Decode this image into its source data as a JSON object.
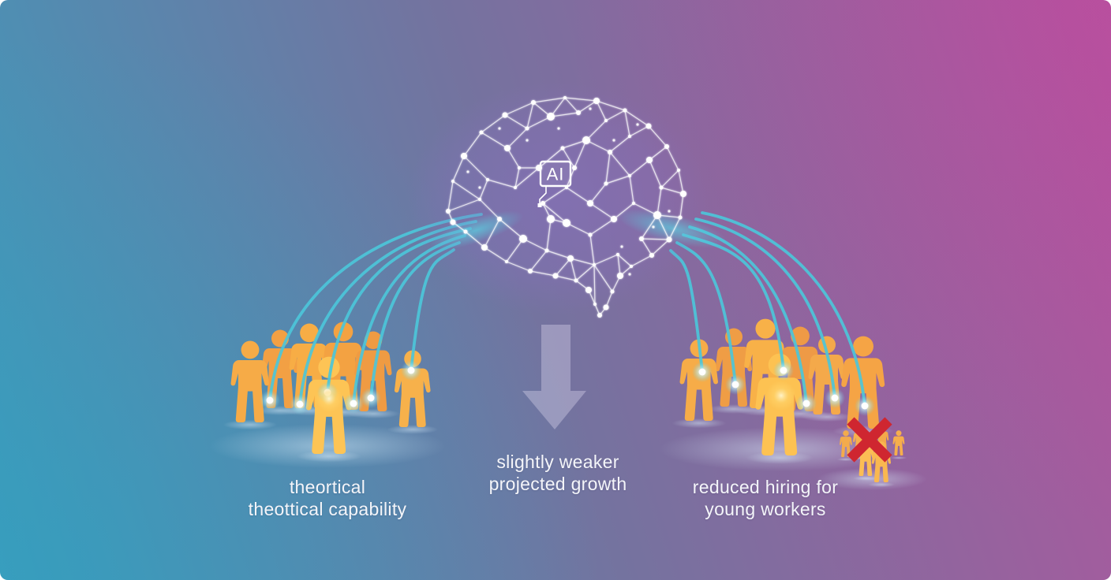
{
  "illustration": {
    "brain_chip_label": "AI",
    "captions": {
      "left": {
        "line1": "theortical",
        "line2": "theottical capability"
      },
      "center": {
        "line1": "slightly weaker",
        "line2": "projected growth"
      },
      "right": {
        "line1": "reduced hiring for",
        "line2": "young workers"
      }
    },
    "colors": {
      "background_teal": "#3f9abb",
      "background_magenta": "#b2559e",
      "link_teal": "#4cc5d9",
      "worker_orange": "#f5a845",
      "worker_highlight": "#fdc455",
      "cross_red": "#cf2630",
      "arrow_lavender": "#dcd8ee",
      "network_white": "#ffffff"
    },
    "icons": {
      "brain": "brain-network-icon",
      "chip": "ai-chip-badge",
      "arrow": "down-arrow-icon",
      "cross": "rejected-cross-icon",
      "person": "person-icon"
    }
  }
}
